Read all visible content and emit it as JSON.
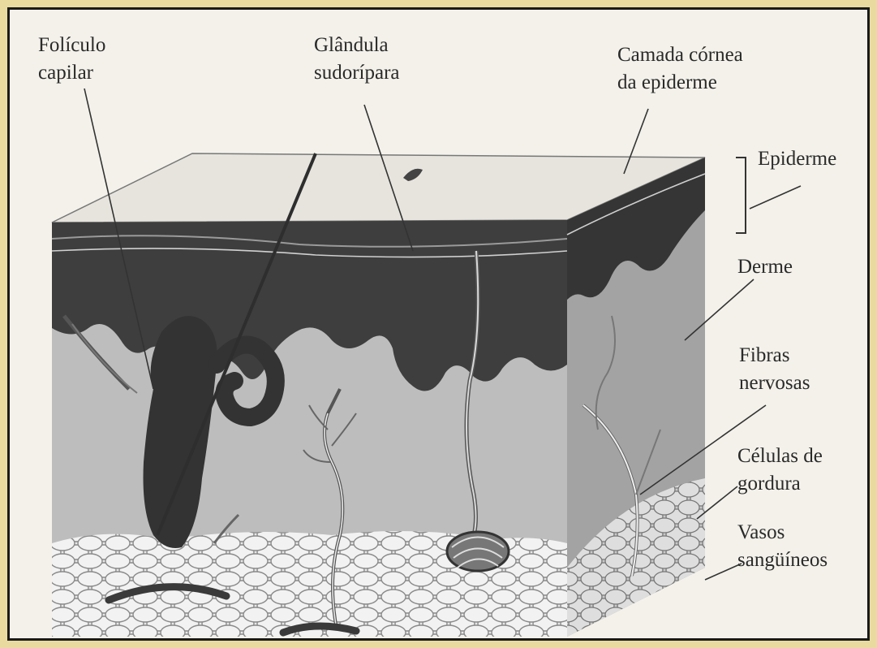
{
  "labels": {
    "foliculo": [
      "Folículo",
      "capilar"
    ],
    "glandula": [
      "Glândula",
      "sudorípara"
    ],
    "camada": [
      "Camada córnea",
      "da epiderme"
    ],
    "epiderme": [
      "Epiderme"
    ],
    "derme": [
      "Derme"
    ],
    "fibras": [
      "Fibras",
      "nervosas"
    ],
    "celulas": [
      "Células de",
      "gordura"
    ],
    "vasos": [
      "Vasos",
      "sangüíneos"
    ]
  },
  "colors": {
    "background": "#f3f1ea",
    "frame": "#e9dba0",
    "epidermis": "#3c3c3c",
    "dermis": "#b4b4b4",
    "fat": "#e6e6e6",
    "line": "#333333"
  }
}
